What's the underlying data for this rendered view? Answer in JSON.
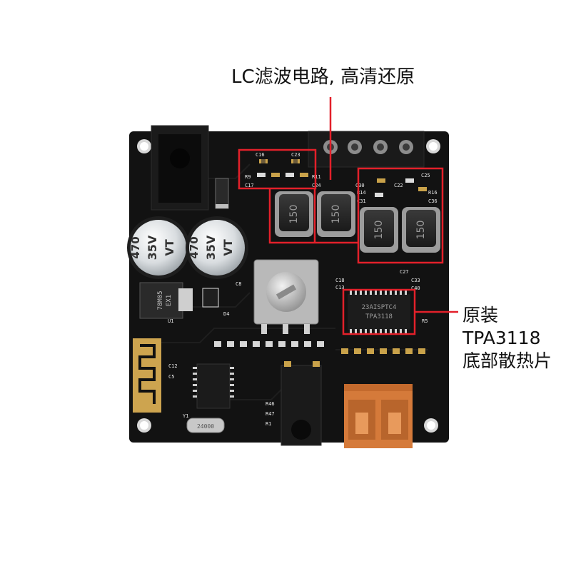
{
  "annotations": {
    "lc_filter": "LC滤波电路, 高清还原",
    "chip_line1": "原装",
    "chip_line2": "TPA3118",
    "chip_line3": "底部散热片"
  },
  "board": {
    "cap_left": {
      "value": "470",
      "voltage": "35V",
      "series": "VT"
    },
    "cap_right": {
      "value": "470",
      "voltage": "35V",
      "series": "VT"
    },
    "inductor_marking": "150",
    "regulator_marking": "78M05",
    "regulator_sub": "EX1",
    "amp_chip_marking_1": "23AISPTC4",
    "amp_chip_marking_2": "TPA3118",
    "crystal_marking": "24000",
    "silk_c16": "C16",
    "silk_c23": "C23",
    "silk_r9": "R9",
    "silk_c17": "C17",
    "silk_r11": "R11",
    "silk_c24": "C24",
    "silk_c30": "C30",
    "silk_c22": "C22",
    "silk_c25": "C25",
    "silk_r14": "R14",
    "silk_r16": "R16",
    "silk_c31": "C31",
    "silk_c36": "C36",
    "silk_c18": "C18",
    "silk_c13": "C13",
    "silk_c27": "C27",
    "silk_c33": "C33",
    "silk_c40": "C40",
    "silk_r5": "R5",
    "silk_d4": "D4",
    "silk_u1": "U1",
    "silk_c12": "C12",
    "silk_c5": "C5",
    "silk_y1": "Y1",
    "silk_r46": "R46",
    "silk_r47": "R47",
    "silk_r1": "R1",
    "silk_c8": "C8"
  },
  "colors": {
    "pcb": "#111111",
    "callout": "#e3202a",
    "gold": "#c9a24a",
    "usb": "#d57a3a"
  }
}
